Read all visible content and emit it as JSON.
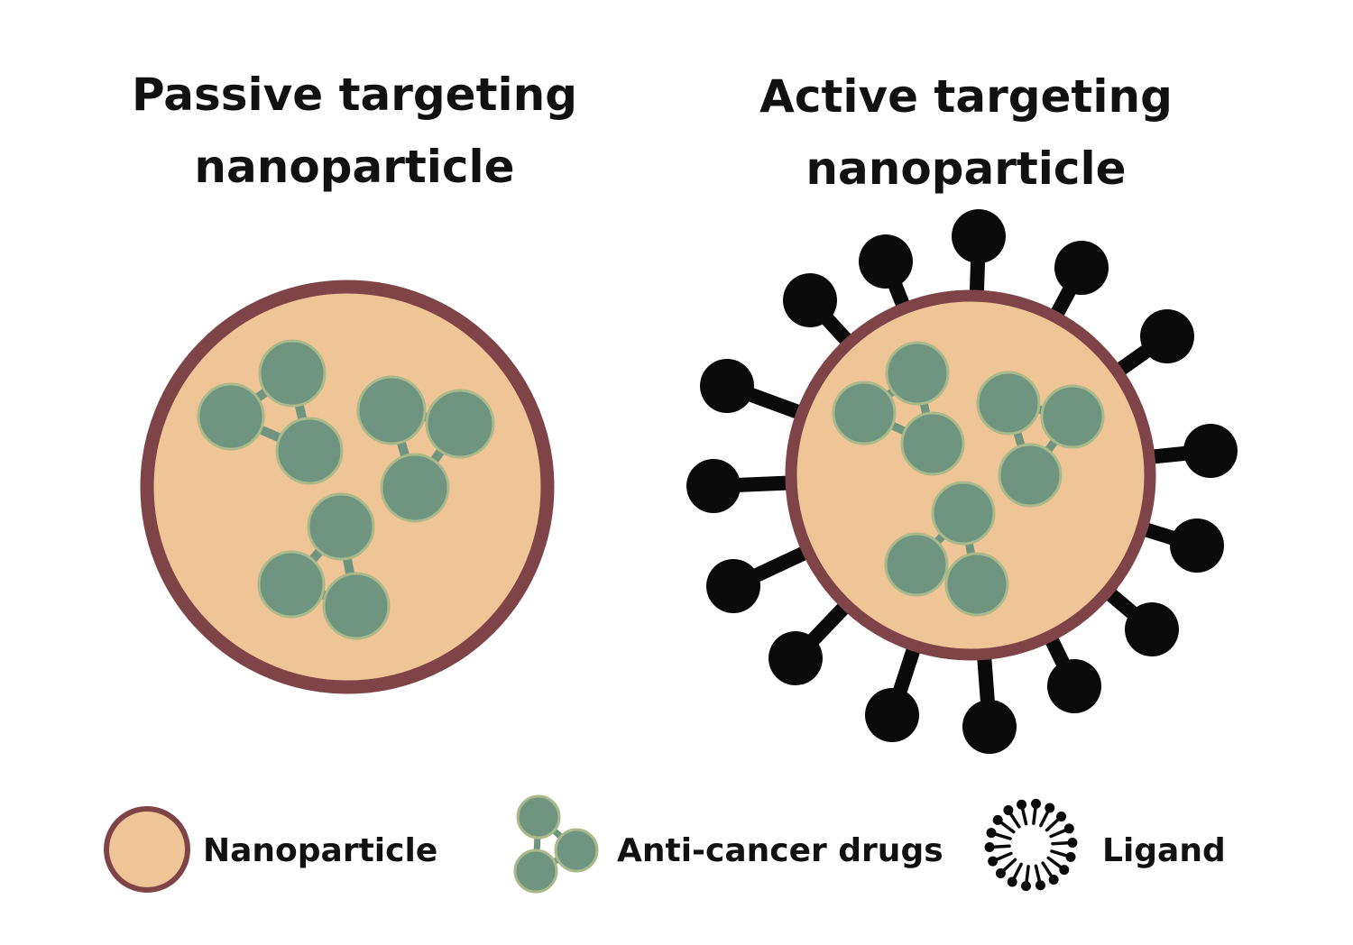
{
  "colors": {
    "background": "#ffffff",
    "nanoparticle_fill": "#efc497",
    "nanoparticle_border": "#7e4448",
    "drug_fill": "#6f9580",
    "drug_edge": "#a9b98a",
    "ligand": "#0a0a0a",
    "text": "#111111"
  },
  "panels": {
    "passive": {
      "title_line1": "Passive targeting",
      "title_line2": "nanoparticle"
    },
    "active": {
      "title_line1": "Active targeting",
      "title_line2": "nanoparticle"
    }
  },
  "legend": {
    "nanoparticle_label": "Nanoparticle",
    "drugs_label": "Anti-cancer drugs",
    "ligand_label": "Ligand"
  },
  "icons": {
    "nanoparticle": "circle-icon",
    "drugs": "molecule-cluster-icon",
    "ligand": "ligand-ring-icon"
  }
}
